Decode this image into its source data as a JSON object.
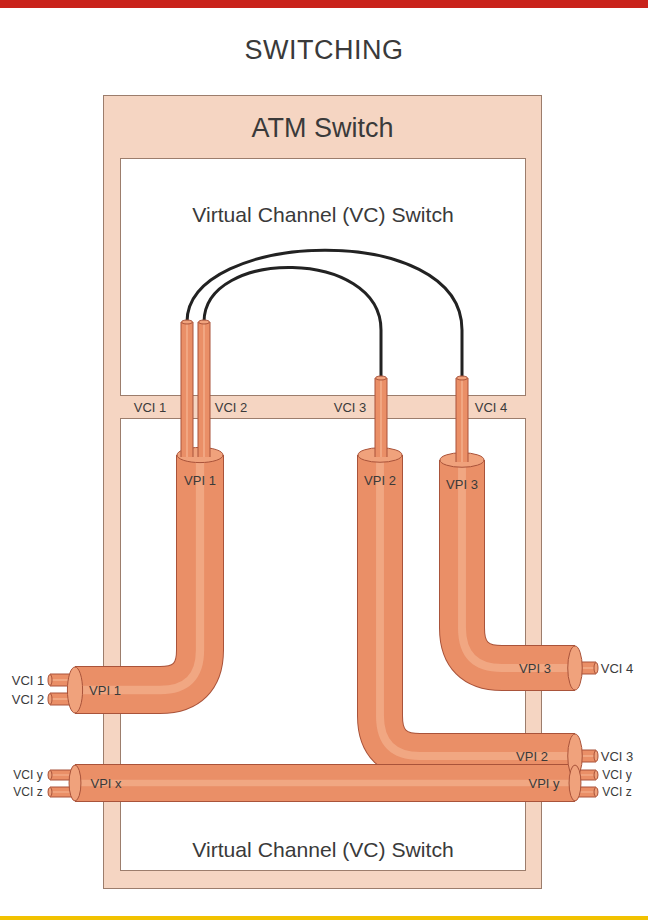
{
  "diagram": {
    "title": "SWITCHING",
    "nodes": [
      {
        "text": [
          "ATM Switch"
        ]
      },
      {
        "text": [
          "Virtual Channel (VC) Switch"
        ],
        "in": 0
      },
      {
        "text": [
          "Virtual Channel (VC) Switch"
        ],
        "in": 0
      }
    ],
    "labels": [
      "VCI 1",
      "VCI 2",
      "VCI 3",
      "VCI 4",
      "VPI 1",
      "VPI 2",
      "VPI 3",
      "VPI 3",
      "VCI 4",
      "VCI 1",
      "VCI 2",
      "VPI 1",
      "VPI 2",
      "VCI 3",
      "VCI y",
      "VCI z",
      "VPI x",
      "VPI y",
      "VCI y",
      "VCI z"
    ]
  }
}
